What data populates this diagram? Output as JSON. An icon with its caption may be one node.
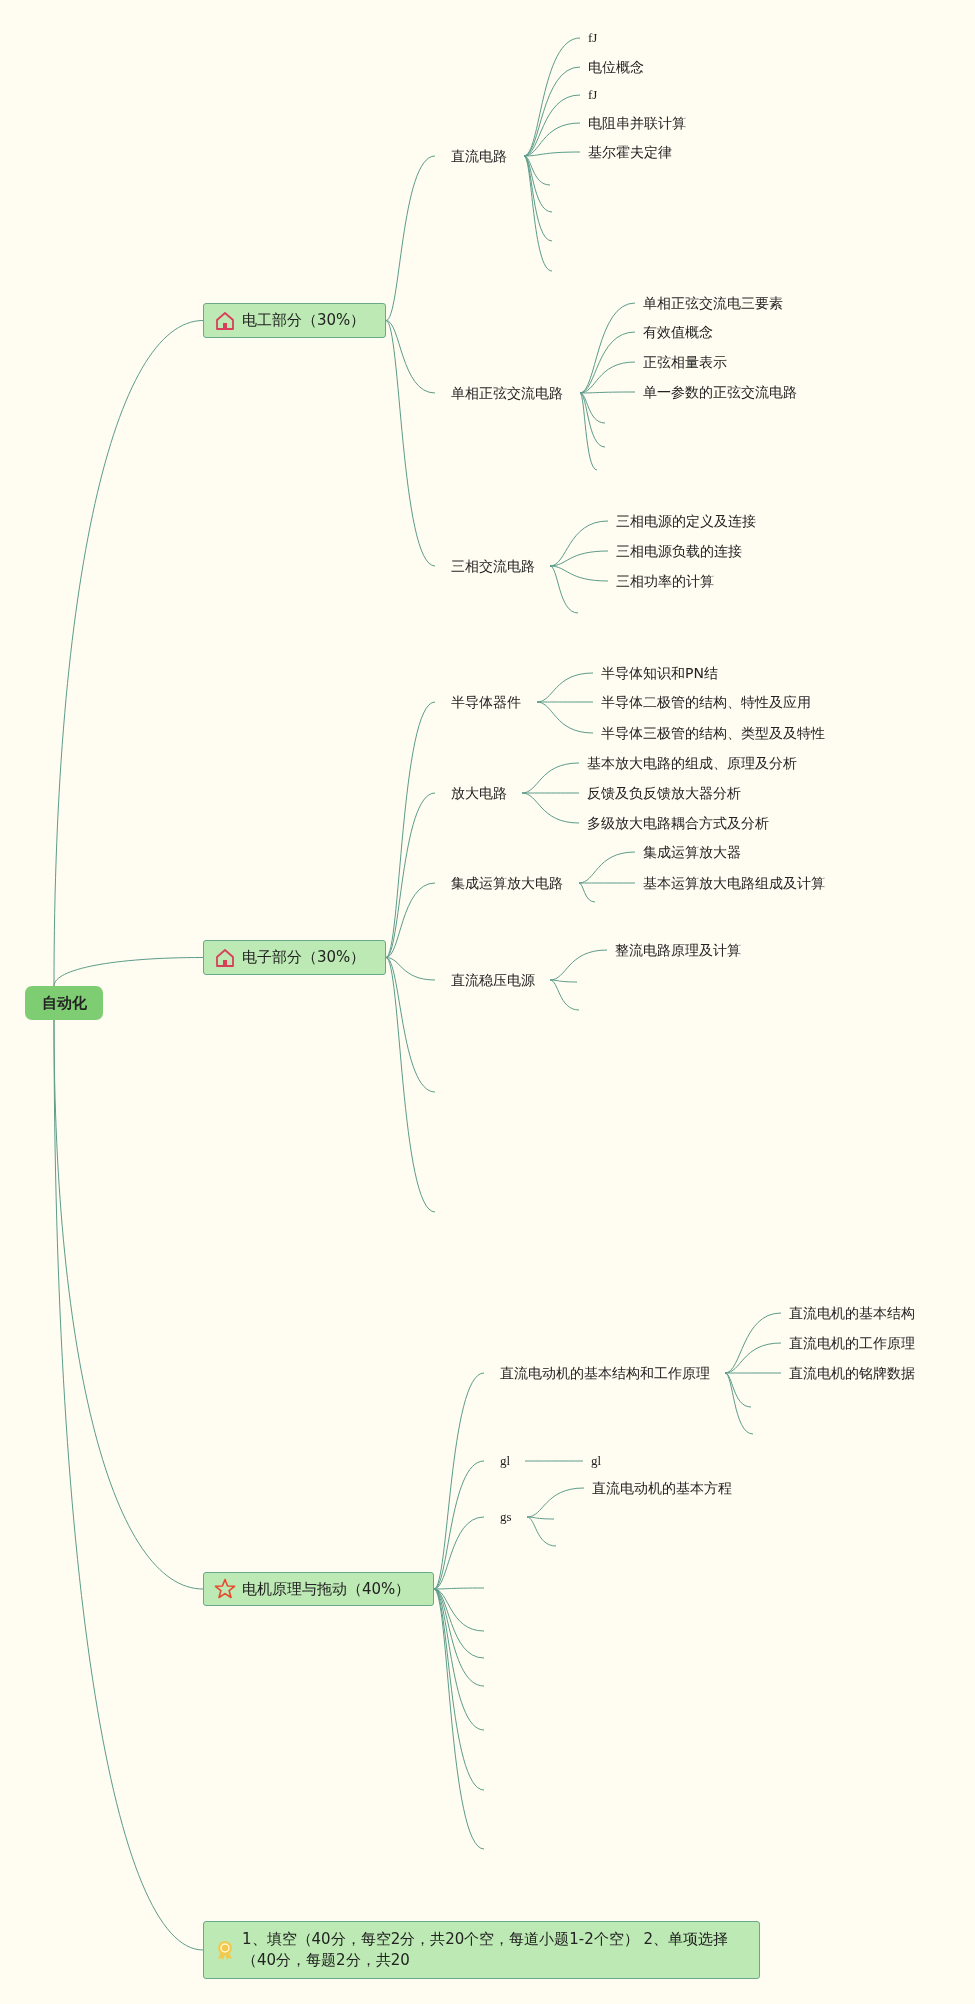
{
  "diagram": {
    "nodes": [
      {
        "text": [
          "自动化"
        ]
      },
      {
        "text": [
          "电工部分（30%）"
        ]
      },
      {
        "text": [
          "直流电路"
        ]
      },
      {
        "text": [
          "fJ"
        ]
      },
      {
        "text": [
          "电位概念"
        ]
      },
      {
        "text": [
          "fJ"
        ]
      },
      {
        "text": [
          "电阻串并联计算"
        ]
      },
      {
        "text": [
          "基尔霍夫定律"
        ]
      },
      {
        "text": [
          "单相正弦交流电路"
        ]
      },
      {
        "text": [
          "单相正弦交流电三要素"
        ]
      },
      {
        "text": [
          "有效值概念"
        ]
      },
      {
        "text": [
          "正弦相量表示"
        ]
      },
      {
        "text": [
          "单一参数的正弦交流电路"
        ]
      },
      {
        "text": [
          "三相交流电路"
        ]
      },
      {
        "text": [
          "三相电源的定义及连接"
        ]
      },
      {
        "text": [
          "三相电源负载的连接"
        ]
      },
      {
        "text": [
          "三相功率的计算"
        ]
      },
      {
        "text": [
          "电子部分（30%）"
        ]
      },
      {
        "text": [
          "半导体器件"
        ]
      },
      {
        "text": [
          "半导体知识和PN结"
        ]
      },
      {
        "text": [
          "半导体二极管的结构、特性及应用"
        ]
      },
      {
        "text": [
          "半导体三极管的结构、类型及及特性"
        ]
      },
      {
        "text": [
          "放大电路"
        ]
      },
      {
        "text": [
          "基本放大电路的组成、原理及分析"
        ]
      },
      {
        "text": [
          "反馈及负反馈放大器分析"
        ]
      },
      {
        "text": [
          "多级放大电路耦合方式及分析"
        ]
      },
      {
        "text": [
          "集成运算放大电路"
        ]
      },
      {
        "text": [
          "集成运算放大器"
        ]
      },
      {
        "text": [
          "基本运算放大电路组成及计算"
        ]
      },
      {
        "text": [
          "直流稳压电源"
        ]
      },
      {
        "text": [
          "整流电路原理及计算"
        ]
      },
      {
        "text": [
          "电机原理与拖动（40%）"
        ]
      },
      {
        "text": [
          "直流电动机的基本结构和工作原理"
        ]
      },
      {
        "text": [
          "直流电机的基本结构"
        ]
      },
      {
        "text": [
          "直流电机的工作原理"
        ]
      },
      {
        "text": [
          "直流电机的铭牌数据"
        ]
      },
      {
        "text": [
          "gl"
        ]
      },
      {
        "text": [
          "gl"
        ]
      },
      {
        "text": [
          "gs"
        ]
      },
      {
        "text": [
          "直流电动机的基本方程"
        ]
      },
      {
        "text": [
          "1、填空（40分，每空2分，共20个空，每道小题1-2个空） 2、单项选择（40分，每题2分，共20"
        ]
      }
    ],
    "edges": [
      {
        "from": 0,
        "to": 1,
        "arrow": "none"
      },
      {
        "from": 0,
        "to": 17,
        "arrow": "none"
      },
      {
        "from": 0,
        "to": 31,
        "arrow": "none"
      },
      {
        "from": 0,
        "to": 40,
        "arrow": "none"
      },
      {
        "from": 1,
        "to": 2,
        "arrow": "none"
      },
      {
        "from": 1,
        "to": 8,
        "arrow": "none"
      },
      {
        "from": 1,
        "to": 13,
        "arrow": "none"
      },
      {
        "from": 2,
        "to": 3,
        "arrow": "none"
      },
      {
        "from": 2,
        "to": 4,
        "arrow": "none"
      },
      {
        "from": 2,
        "to": 5,
        "arrow": "none"
      },
      {
        "from": 2,
        "to": 6,
        "arrow": "none"
      },
      {
        "from": 2,
        "to": 7,
        "arrow": "none"
      },
      {
        "from": 2,
        "to": null,
        "arrow": "none"
      },
      {
        "from": 2,
        "to": null,
        "arrow": "none"
      },
      {
        "from": 2,
        "to": null,
        "arrow": "none"
      },
      {
        "from": 2,
        "to": null,
        "arrow": "none"
      },
      {
        "from": 8,
        "to": 9,
        "arrow": "none"
      },
      {
        "from": 8,
        "to": 10,
        "arrow": "none"
      },
      {
        "from": 8,
        "to": 11,
        "arrow": "none"
      },
      {
        "from": 8,
        "to": 12,
        "arrow": "none"
      },
      {
        "from": 8,
        "to": null,
        "arrow": "none"
      },
      {
        "from": 8,
        "to": null,
        "arrow": "none"
      },
      {
        "from": 8,
        "to": null,
        "arrow": "none"
      },
      {
        "from": 13,
        "to": 14,
        "arrow": "none"
      },
      {
        "from": 13,
        "to": 15,
        "arrow": "none"
      },
      {
        "from": 13,
        "to": 16,
        "arrow": "none"
      },
      {
        "from": 13,
        "to": null,
        "arrow": "none"
      },
      {
        "from": 17,
        "to": 18,
        "arrow": "none"
      },
      {
        "from": 17,
        "to": 22,
        "arrow": "none"
      },
      {
        "from": 17,
        "to": 26,
        "arrow": "none"
      },
      {
        "from": 17,
        "to": 29,
        "arrow": "none"
      },
      {
        "from": 17,
        "to": null,
        "arrow": "none"
      },
      {
        "from": 17,
        "to": null,
        "arrow": "none"
      },
      {
        "from": 18,
        "to": 19,
        "arrow": "none"
      },
      {
        "from": 18,
        "to": 20,
        "arrow": "none"
      },
      {
        "from": 18,
        "to": 21,
        "arrow": "none"
      },
      {
        "from": 22,
        "to": 23,
        "arrow": "none"
      },
      {
        "from": 22,
        "to": 24,
        "arrow": "none"
      },
      {
        "from": 22,
        "to": 25,
        "arrow": "none"
      },
      {
        "from": 26,
        "to": 27,
        "arrow": "none"
      },
      {
        "from": 26,
        "to": 28,
        "arrow": "none"
      },
      {
        "from": 26,
        "to": null,
        "arrow": "none"
      },
      {
        "from": 29,
        "to": 30,
        "arrow": "none"
      },
      {
        "from": 29,
        "to": null,
        "arrow": "none"
      },
      {
        "from": 29,
        "to": null,
        "arrow": "none"
      },
      {
        "from": 31,
        "to": 32,
        "arrow": "none"
      },
      {
        "from": 31,
        "to": 36,
        "arrow": "none"
      },
      {
        "from": 31,
        "to": 38,
        "arrow": "none"
      },
      {
        "from": 31,
        "to": null,
        "arrow": "none"
      },
      {
        "from": 31,
        "to": null,
        "arrow": "none"
      },
      {
        "from": 31,
        "to": null,
        "arrow": "none"
      },
      {
        "from": 31,
        "to": null,
        "arrow": "none"
      },
      {
        "from": 31,
        "to": null,
        "arrow": "none"
      },
      {
        "from": 31,
        "to": null,
        "arrow": "none"
      },
      {
        "from": 31,
        "to": null,
        "arrow": "none"
      },
      {
        "from": 32,
        "to": 33,
        "arrow": "none"
      },
      {
        "from": 32,
        "to": 34,
        "arrow": "none"
      },
      {
        "from": 32,
        "to": 35,
        "arrow": "none"
      },
      {
        "from": 32,
        "to": null,
        "arrow": "none"
      },
      {
        "from": 32,
        "to": null,
        "arrow": "none"
      },
      {
        "from": 36,
        "to": 37,
        "arrow": "none"
      },
      {
        "from": 38,
        "to": 39,
        "arrow": "none"
      },
      {
        "from": 38,
        "to": null,
        "arrow": "none"
      },
      {
        "from": 38,
        "to": null,
        "arrow": "none"
      }
    ]
  }
}
